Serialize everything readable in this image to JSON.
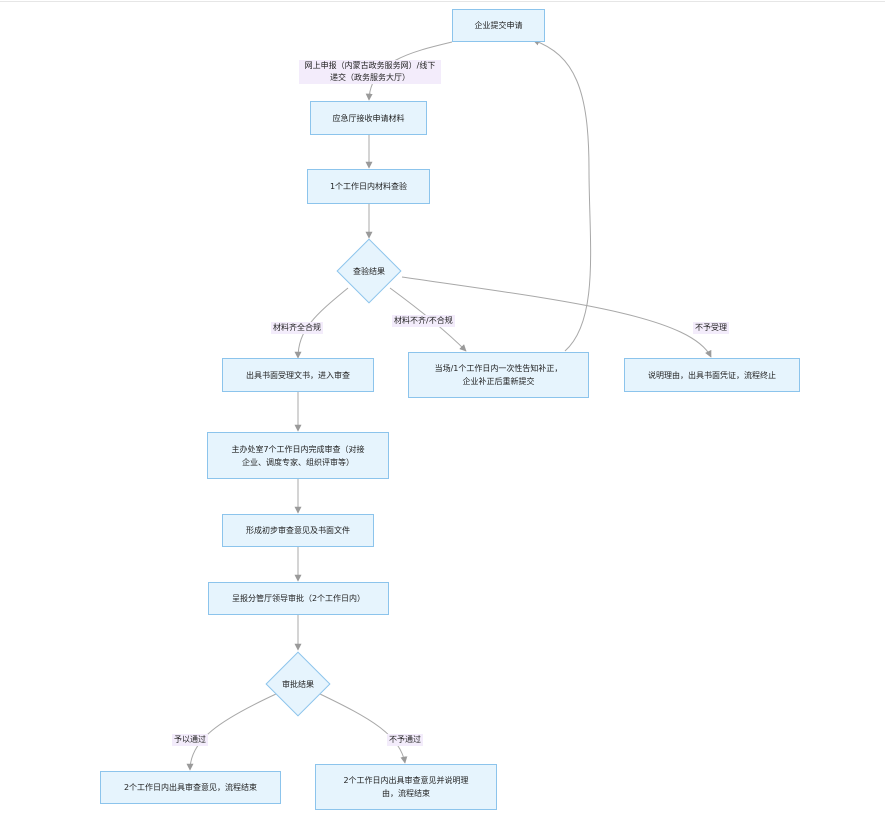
{
  "nodes": {
    "submit": "企业提交申请",
    "receive": "应急厅接收申请材料",
    "check": "1个工作日内材料查验",
    "check_result": "查验结果",
    "accept_doc": "出具书面受理文书，进入审查",
    "supplement": "当场/1个工作日内一次性告知补正，\n企业补正后重新提交",
    "reject": "说明理由，出具书面凭证，流程终止",
    "review": "主办处室7个工作日内完成审查（对接\n企业、调度专家、组织评审等）",
    "preliminary": "形成初步审查意见及书面文件",
    "leader_approval": "呈报分管厅领导审批（2个工作日内）",
    "approval_result": "审批结果",
    "approved_end": "2个工作日内出具审查意见，流程结束",
    "denied_end": "2个工作日内出具审查意见并说明理\n由，流程结束"
  },
  "edge_labels": {
    "online_offline": "网上申报（内蒙古政务服务网）/线下\n递交（政务服务大厅）",
    "complete": "材料齐全合规",
    "incomplete": "材料不齐/不合规",
    "not_accepted": "不予受理",
    "approve": "予以通过",
    "not_approve": "不予通过"
  }
}
